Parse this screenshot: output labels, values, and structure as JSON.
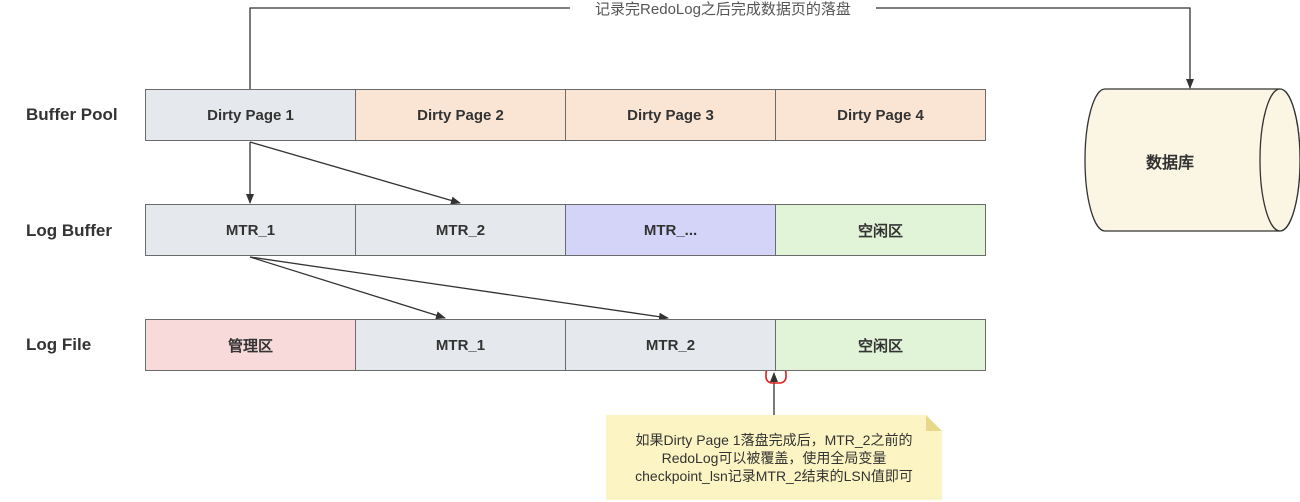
{
  "rows": [
    {
      "label": "Buffer Pool",
      "cells": [
        "Dirty Page 1",
        "Dirty Page 2",
        "Dirty Page 3",
        "Dirty Page 4"
      ]
    },
    {
      "label": "Log Buffer",
      "cells": [
        "MTR_1",
        "MTR_2",
        "MTR_...",
        "空闲区"
      ]
    },
    {
      "label": "Log File",
      "cells": [
        "管理区",
        "MTR_1",
        "MTR_2",
        "空闲区"
      ]
    }
  ],
  "top_edge_label": "记录完RedoLog之后完成数据页的落盘",
  "database_label": "数据库",
  "note": {
    "lines": [
      "如果Dirty Page 1落盘完成后，MTR_2之前的",
      "RedoLog可以被覆盖，使用全局变量",
      "checkpoint_lsn记录MTR_2结束的LSN值即可"
    ]
  },
  "colors": {
    "gray": "#e5e8ec",
    "orange": "#fae5d4",
    "purple": "#d3d4f7",
    "green": "#e2f4d8",
    "red": "#f9dada",
    "note_bg": "#fcf5c3",
    "db_fill": "#fbf6e4",
    "edge": "#333333",
    "marker": "#e02020"
  }
}
